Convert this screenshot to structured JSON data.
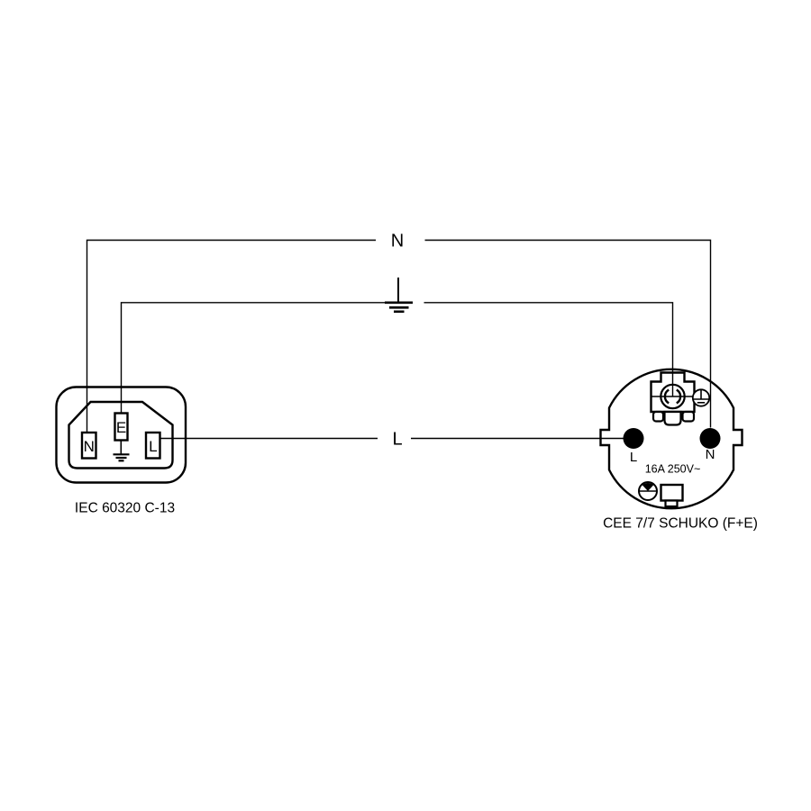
{
  "colors": {
    "background": "#ffffff",
    "line": "#000000",
    "pin_fill": "#000000"
  },
  "wires": {
    "neutral": {
      "label": "N"
    },
    "earth": {
      "symbol": "earth-ground"
    },
    "live": {
      "label": "L"
    }
  },
  "iec_connector": {
    "caption": "IEC 60320 C-13",
    "pins": {
      "neutral": "N",
      "earth": "E",
      "live": "L"
    }
  },
  "schuko_plug": {
    "caption": "CEE 7/7 SCHUKO (F+E)",
    "rating": "16A 250V~",
    "pins": {
      "live": "L",
      "neutral": "N"
    }
  }
}
